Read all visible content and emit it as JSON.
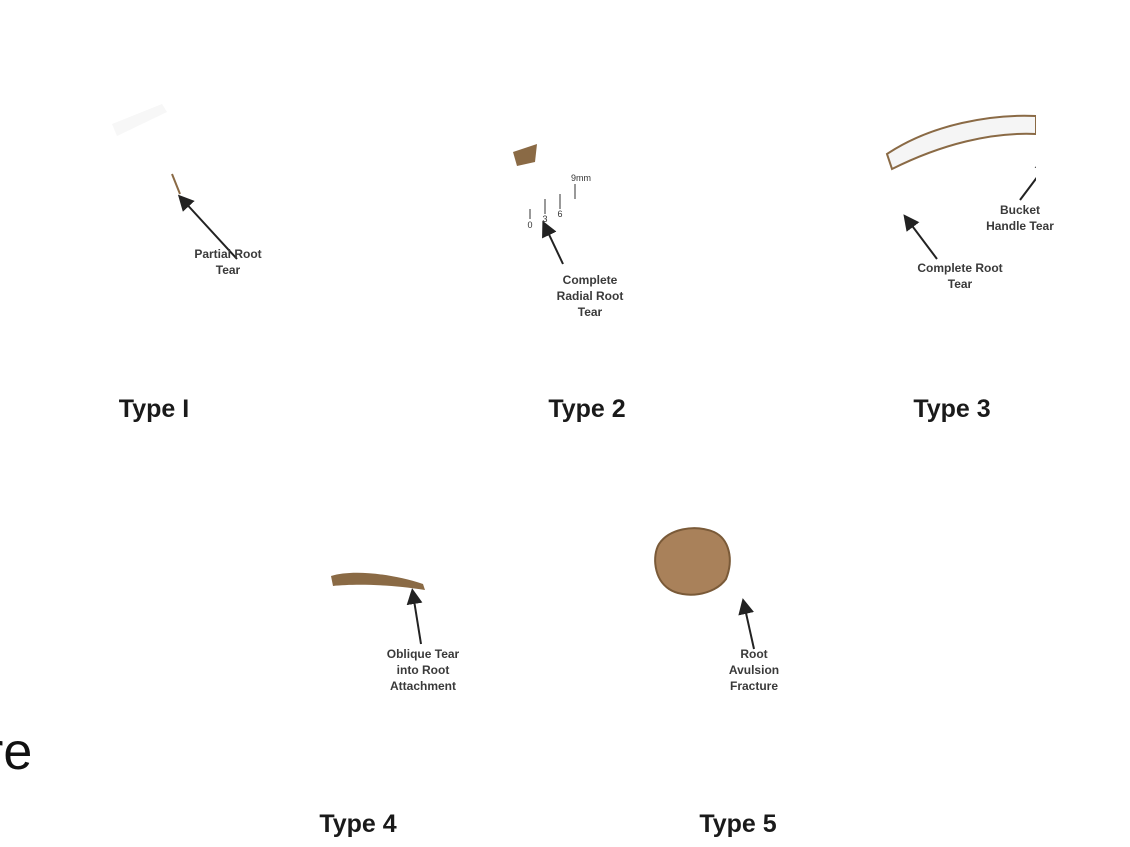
{
  "edge_fragment": "re",
  "colors": {
    "bone": "#ece2cf",
    "cartilage": "#f3efe6",
    "meniscus": "#dadbdc",
    "tear": "#8a6a45",
    "background": "#ffffff"
  },
  "panels": [
    {
      "id": "type1",
      "caption": "Type I",
      "annotations": [
        {
          "lines": [
            "Partial Root",
            "Tear"
          ]
        }
      ]
    },
    {
      "id": "type2",
      "caption": "Type 2",
      "scale_ticks": [
        "0",
        "3",
        "6",
        "9mm"
      ],
      "annotations": [
        {
          "lines": [
            "Complete",
            "Radial Root",
            "Tear"
          ]
        }
      ]
    },
    {
      "id": "type3",
      "caption": "Type 3",
      "annotations": [
        {
          "lines": [
            "Bucket",
            "Handle Tear"
          ]
        },
        {
          "lines": [
            "Complete Root",
            "Tear"
          ]
        }
      ]
    },
    {
      "id": "type4",
      "caption": "Type 4",
      "annotations": [
        {
          "lines": [
            "Oblique Tear",
            "into Root",
            "Attachment"
          ]
        }
      ]
    },
    {
      "id": "type5",
      "caption": "Type 5",
      "annotations": [
        {
          "lines": [
            "Root",
            "Avulsion",
            "Fracture"
          ]
        }
      ]
    }
  ]
}
